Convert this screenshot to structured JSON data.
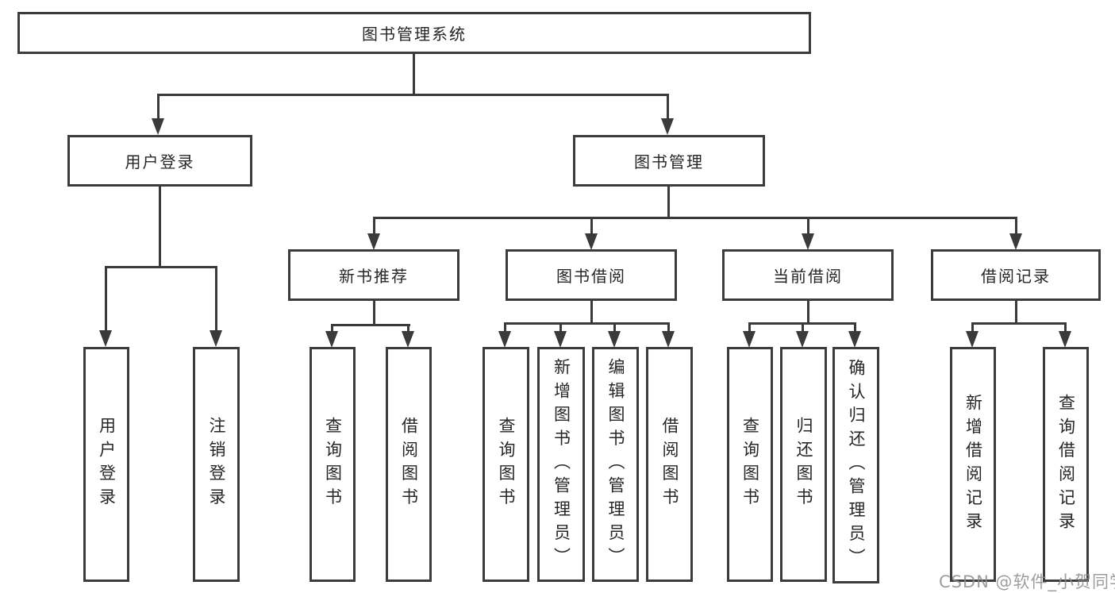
{
  "nodes": {
    "root": "图书管理系统",
    "user_login": "用户登录",
    "book_mgmt": "图书管理",
    "new_books": "新书推荐",
    "book_borrow": "图书借阅",
    "current_borrow": "当前借阅",
    "borrow_records": "借阅记录",
    "leaf_user_login": "用户登录",
    "leaf_logout": "注销登录",
    "leaf_nb_query": "查询图书",
    "leaf_nb_borrow": "借阅图书",
    "leaf_bb_query": "查询图书",
    "leaf_bb_add": "新增图书（管理员）",
    "leaf_bb_edit": "编辑图书（管理员）",
    "leaf_bb_borrow": "借阅图书",
    "leaf_cb_query": "查询图书",
    "leaf_cb_return": "归还图书",
    "leaf_cb_confirm": "确认归还（管理员）",
    "leaf_br_add": "新增借阅记录",
    "leaf_br_query": "查询借阅记录"
  },
  "watermark": "CSDN @软件_小贺同学",
  "colors": {
    "line": "#3a3a3a",
    "box_border": "#3c3c3c",
    "text": "#262626",
    "watermark": "#8c8c8c",
    "background": "#ffffff"
  }
}
